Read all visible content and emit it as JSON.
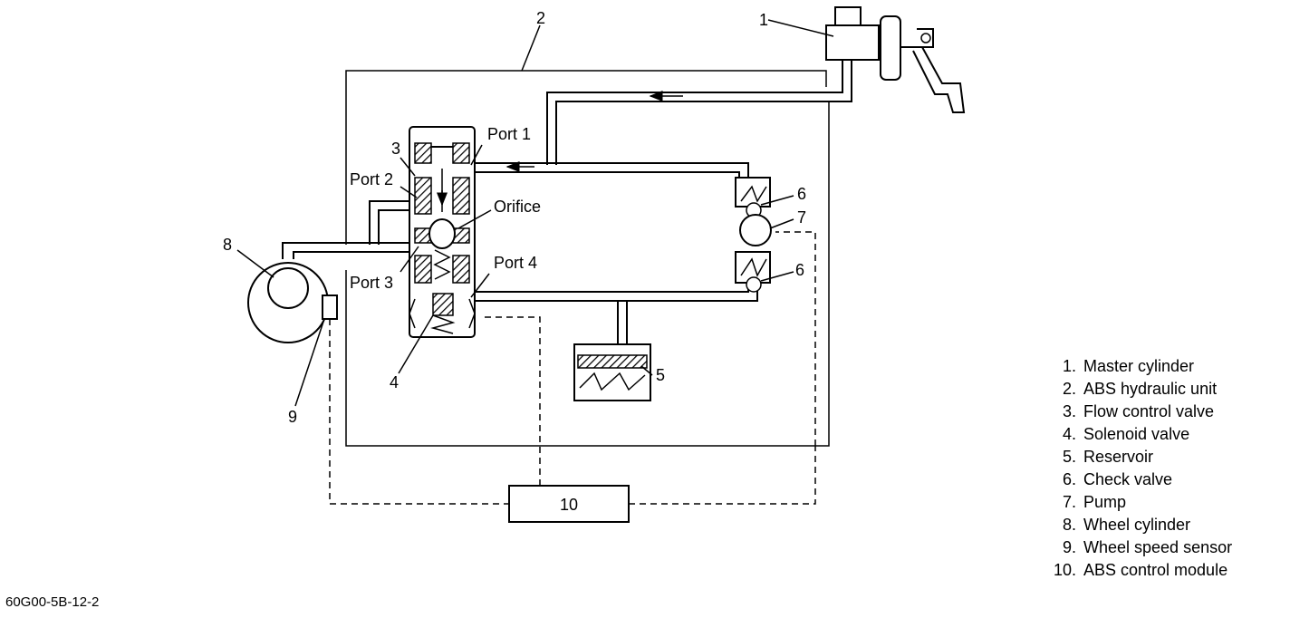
{
  "diagram": {
    "callouts": {
      "c1": "1",
      "c2": "2",
      "c3": "3",
      "c4": "4",
      "c5": "5",
      "c6a": "6",
      "c6b": "6",
      "c7": "7",
      "c8": "8",
      "c9": "9"
    },
    "port_labels": {
      "port1": "Port 1",
      "port2": "Port 2",
      "port3": "Port 3",
      "port4": "Port 4",
      "orifice": "Orifice"
    },
    "module_label": "10"
  },
  "legend": [
    {
      "num": "1.",
      "text": "Master cylinder"
    },
    {
      "num": "2.",
      "text": "ABS hydraulic unit"
    },
    {
      "num": "3.",
      "text": "Flow control valve"
    },
    {
      "num": "4.",
      "text": "Solenoid valve"
    },
    {
      "num": "5.",
      "text": "Reservoir"
    },
    {
      "num": "6.",
      "text": "Check valve"
    },
    {
      "num": "7.",
      "text": "Pump"
    },
    {
      "num": "8.",
      "text": "Wheel cylinder"
    },
    {
      "num": "9.",
      "text": "Wheel speed sensor"
    },
    {
      "num": "10.",
      "text": "ABS control module"
    }
  ],
  "figure_code": "60G00-5B-12-2"
}
